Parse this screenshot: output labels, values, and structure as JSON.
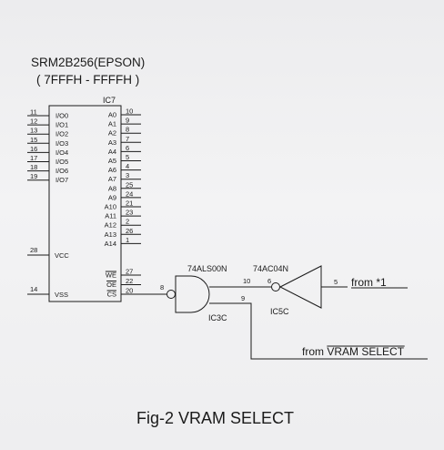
{
  "ic7": {
    "part": "SRM2B256(EPSON)",
    "range": "( 7FFFH - FFFFH )",
    "ref": "IC7",
    "left_pins": [
      {
        "num": "11",
        "name": "I/O0"
      },
      {
        "num": "12",
        "name": "I/O1"
      },
      {
        "num": "13",
        "name": "I/O2"
      },
      {
        "num": "15",
        "name": "I/O3"
      },
      {
        "num": "16",
        "name": "I/O4"
      },
      {
        "num": "17",
        "name": "I/O5"
      },
      {
        "num": "18",
        "name": "I/O6"
      },
      {
        "num": "19",
        "name": "I/O7"
      }
    ],
    "right_pins": [
      {
        "num": "10",
        "name": "A0"
      },
      {
        "num": "9",
        "name": "A1"
      },
      {
        "num": "8",
        "name": "A2"
      },
      {
        "num": "7",
        "name": "A3"
      },
      {
        "num": "6",
        "name": "A4"
      },
      {
        "num": "5",
        "name": "A5"
      },
      {
        "num": "4",
        "name": "A6"
      },
      {
        "num": "3",
        "name": "A7"
      },
      {
        "num": "25",
        "name": "A8"
      },
      {
        "num": "24",
        "name": "A9"
      },
      {
        "num": "21",
        "name": "A10"
      },
      {
        "num": "23",
        "name": "A11"
      },
      {
        "num": "2",
        "name": "A12"
      },
      {
        "num": "26",
        "name": "A13"
      },
      {
        "num": "1",
        "name": "A14"
      }
    ],
    "ctrl_pins": [
      {
        "num": "27",
        "name": "WE"
      },
      {
        "num": "22",
        "name": "OE"
      },
      {
        "num": "20",
        "name": "CS"
      }
    ],
    "vcc": {
      "num": "28",
      "name": "VCC"
    },
    "vss": {
      "num": "14",
      "name": "VSS"
    }
  },
  "nand": {
    "part": "74ALS00N",
    "ref": "IC3C",
    "out_pin": "8",
    "in_a_pin": "10",
    "in_b_pin": "9"
  },
  "inverter": {
    "part": "74AC04N",
    "ref": "IC5C",
    "out_pin": "6",
    "in_pin": "5"
  },
  "signals": {
    "from1": "from  *1",
    "from_vram_prefix": "from ",
    "from_vram_name": "VRAM SELECT"
  },
  "caption": "Fig-2  VRAM SELECT",
  "colors": {
    "ink": "#1a1a1a",
    "paper": "#efeff1"
  }
}
